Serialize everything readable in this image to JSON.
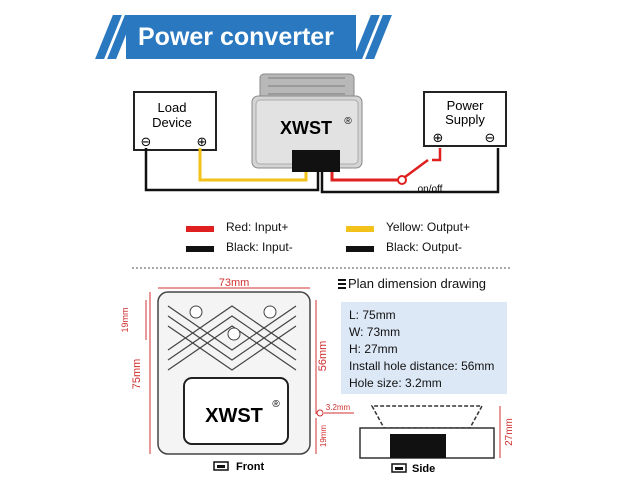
{
  "title": "Power converter",
  "converter_brand": "XWST",
  "registered_mark": "®",
  "load_device": {
    "line1": "Load",
    "line2": "Device"
  },
  "power_supply": {
    "line1": "Power",
    "line2": "Supply"
  },
  "terminals": {
    "negative": "⊖",
    "positive": "⊕"
  },
  "switch_label": "on/off",
  "wire_legend": [
    {
      "color": "#e02020",
      "label": "Red: Input+"
    },
    {
      "color": "#f2c21b",
      "label": "Yellow: Output+"
    },
    {
      "color": "#111111",
      "label": "Black: Input-"
    },
    {
      "color": "#111111",
      "label": "Black: Output-"
    }
  ],
  "plan": {
    "title": "Plan dimension drawing",
    "specs": [
      "L:  75mm",
      "W:  73mm",
      "H:  27mm",
      "Install hole distance: 56mm",
      "Hole size: 3.2mm"
    ]
  },
  "dimensions": {
    "width": "73mm",
    "length": "75mm",
    "top_offset": "19mm",
    "hole_distance": "56mm",
    "bottom_offset": "19mm",
    "hole_size": "3.2mm",
    "height": "27mm"
  },
  "views": {
    "front": "Front",
    "side": "Side"
  }
}
